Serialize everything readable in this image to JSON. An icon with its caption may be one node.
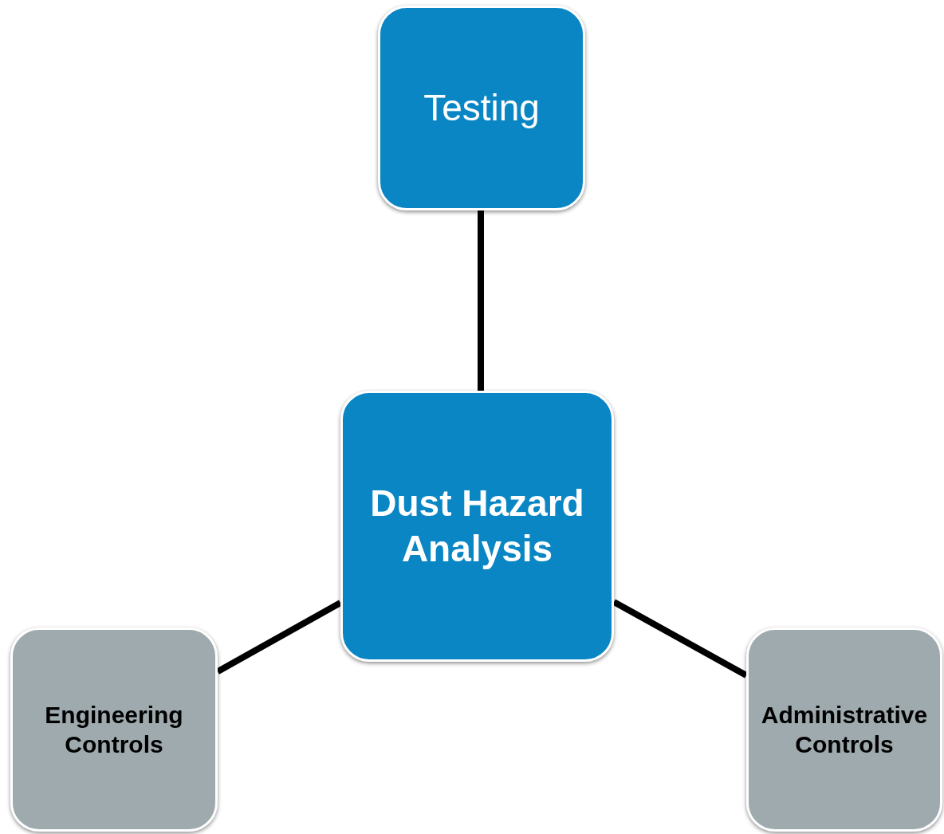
{
  "diagram": {
    "nodes": [
      {
        "text": [
          "Testing"
        ]
      },
      {
        "text": [
          "Dust Hazard Analysis"
        ]
      },
      {
        "text": [
          "Engineering Controls"
        ]
      },
      {
        "text": [
          "Administrative Controls"
        ]
      }
    ],
    "edges": [
      {
        "from": 1,
        "to": 0,
        "arrow": "none"
      },
      {
        "from": 1,
        "to": 2,
        "arrow": "none"
      },
      {
        "from": 1,
        "to": 3,
        "arrow": "none"
      }
    ]
  }
}
